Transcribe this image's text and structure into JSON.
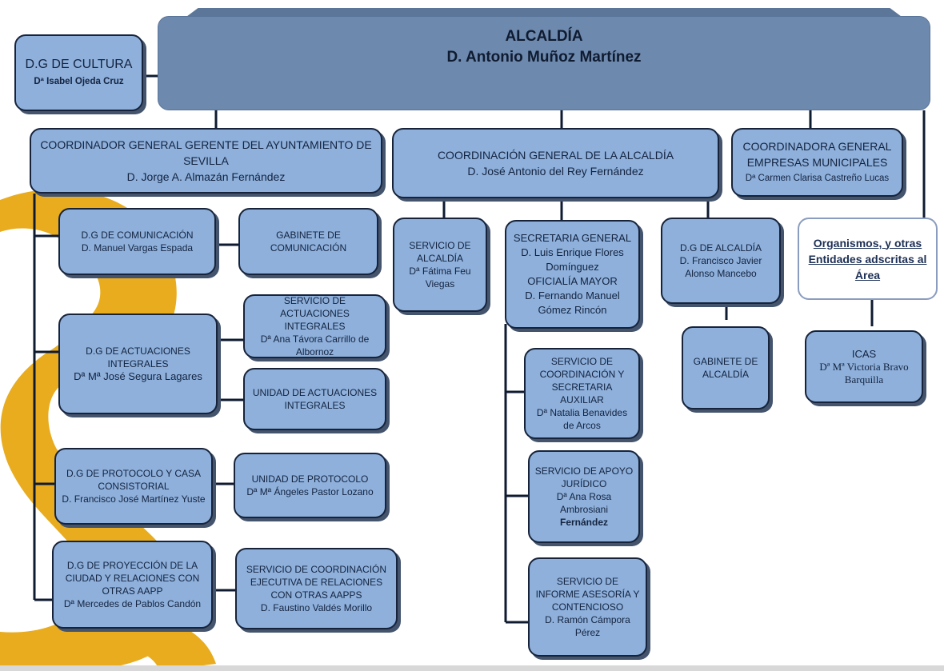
{
  "alcaldia": {
    "title": "ALCALDÍA",
    "name": "D. Antonio Muñoz Martínez"
  },
  "cultura": {
    "title": "D.G DE CULTURA",
    "name": "Dª Isabel Ojeda Cruz"
  },
  "gerente": {
    "title": "COORDINADOR GENERAL GERENTE DEL AYUNTAMIENTO DE SEVILLA",
    "name": "D. Jorge A. Almazán Fernández"
  },
  "coord_alcaldia": {
    "title": "COORDINACIÓN GENERAL DE LA ALCALDÍA",
    "name": "D. José Antonio del Rey Fernández"
  },
  "empresas": {
    "title": "COORDINADORA GENERAL EMPRESAS MUNICIPALES",
    "name": "Dª Carmen Clarisa Castreño Lucas"
  },
  "dg_comunicacion": {
    "title": "D.G DE COMUNICACIÓN",
    "name": "D. Manuel Vargas Espada"
  },
  "gabinete_comunicacion": {
    "title": "GABINETE DE COMUNICACIÓN"
  },
  "dg_actuaciones": {
    "title": "D.G DE ACTUACIONES INTEGRALES",
    "name": "Dª Mª José Segura Lagares"
  },
  "serv_actuaciones": {
    "title": "SERVICIO  DE ACTUACIONES INTEGRALES",
    "name": "Dª Ana Távora Carrillo de Albornoz"
  },
  "unidad_actuaciones": {
    "title": "UNIDAD  DE ACTUACIONES INTEGRALES"
  },
  "dg_protocolo": {
    "title": "D.G DE PROTOCOLO Y CASA CONSISTORIAL",
    "name": "D. Francisco José Martínez Yuste"
  },
  "unidad_protocolo": {
    "title": "UNIDAD  DE PROTOCOLO",
    "name": "Dª Mª Ángeles Pastor Lozano"
  },
  "dg_proyeccion": {
    "title": "D.G DE PROYECCIÓN DE LA CIUDAD Y RELACIONES CON OTRAS AAPP",
    "name": "Dª Mercedes de Pablos Candón"
  },
  "serv_coord_ejecutiva": {
    "title": "SERVICIO  DE COORDINACIÓN EJECUTIVA DE RELACIONES CON OTRAS AAPPS",
    "name": "D. Faustino Valdés Morillo"
  },
  "serv_alcaldia": {
    "title": "SERVICIO DE ALCALDÍA",
    "name": "Dª Fátima Feu Viegas"
  },
  "secretaria": {
    "title": "SECRETARIA GENERAL",
    "name": "D. Luis Enrique Flores Domínguez",
    "title2": "OFICIALÍA MAYOR",
    "name2": "D. Fernando Manuel Gómez Rincón"
  },
  "serv_coord_secretaria": {
    "title": "SERVICIO DE COORDINACIÓN Y SECRETARIA AUXILIAR",
    "name": "Dª Natalia Benavides de Arcos"
  },
  "serv_apoyo": {
    "title": "SERVICIO DE APOYO JURÍDICO",
    "name": "Dª Ana Rosa Ambrosiani",
    "name2": "Fernández"
  },
  "serv_informe": {
    "title": "SERVICIO DE INFORME ASESORÍA Y CONTENCIOSO",
    "name": "D. Ramón Cámpora Pérez"
  },
  "dg_alcaldia": {
    "title": "D.G DE ALCALDÍA",
    "name": "D. Francisco Javier Alonso Mancebo"
  },
  "gabinete_alcaldia": {
    "title": "GABINETE DE ALCALDÍA"
  },
  "organismos": {
    "title": "Organismos, y otras Entidades adscritas al Área"
  },
  "icas": {
    "title": "ICAS",
    "name": "Dª Mª Victoria Bravo Barquilla"
  },
  "colors": {
    "box": "#8eb0db",
    "header": "#6d89ad",
    "border": "#16233b",
    "accent": "#e8ac1e"
  }
}
